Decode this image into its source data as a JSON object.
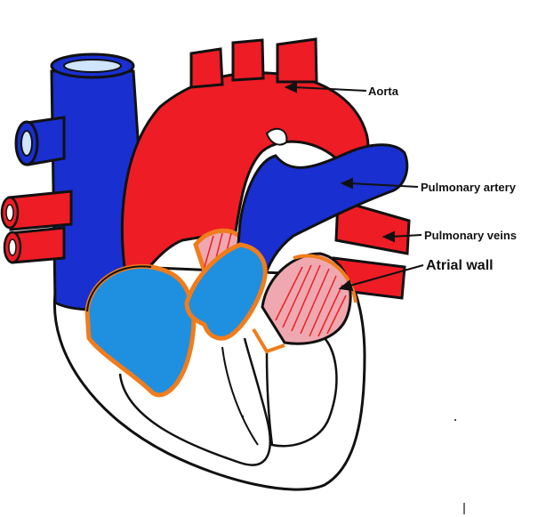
{
  "labels": {
    "aorta": "Aorta",
    "pulmonary_artery": "Pulmonary artery",
    "pulmonary_veins": "Pulmonary veins",
    "atrial_wall": "Atrial wall"
  },
  "colors": {
    "deoxygenated": "#1a2fd0",
    "atrium_blue": "#1f8fe0",
    "oxygenated": "#ee1c25",
    "valve": "#f07c1c",
    "outline": "#111111",
    "background": "#ffffff"
  }
}
